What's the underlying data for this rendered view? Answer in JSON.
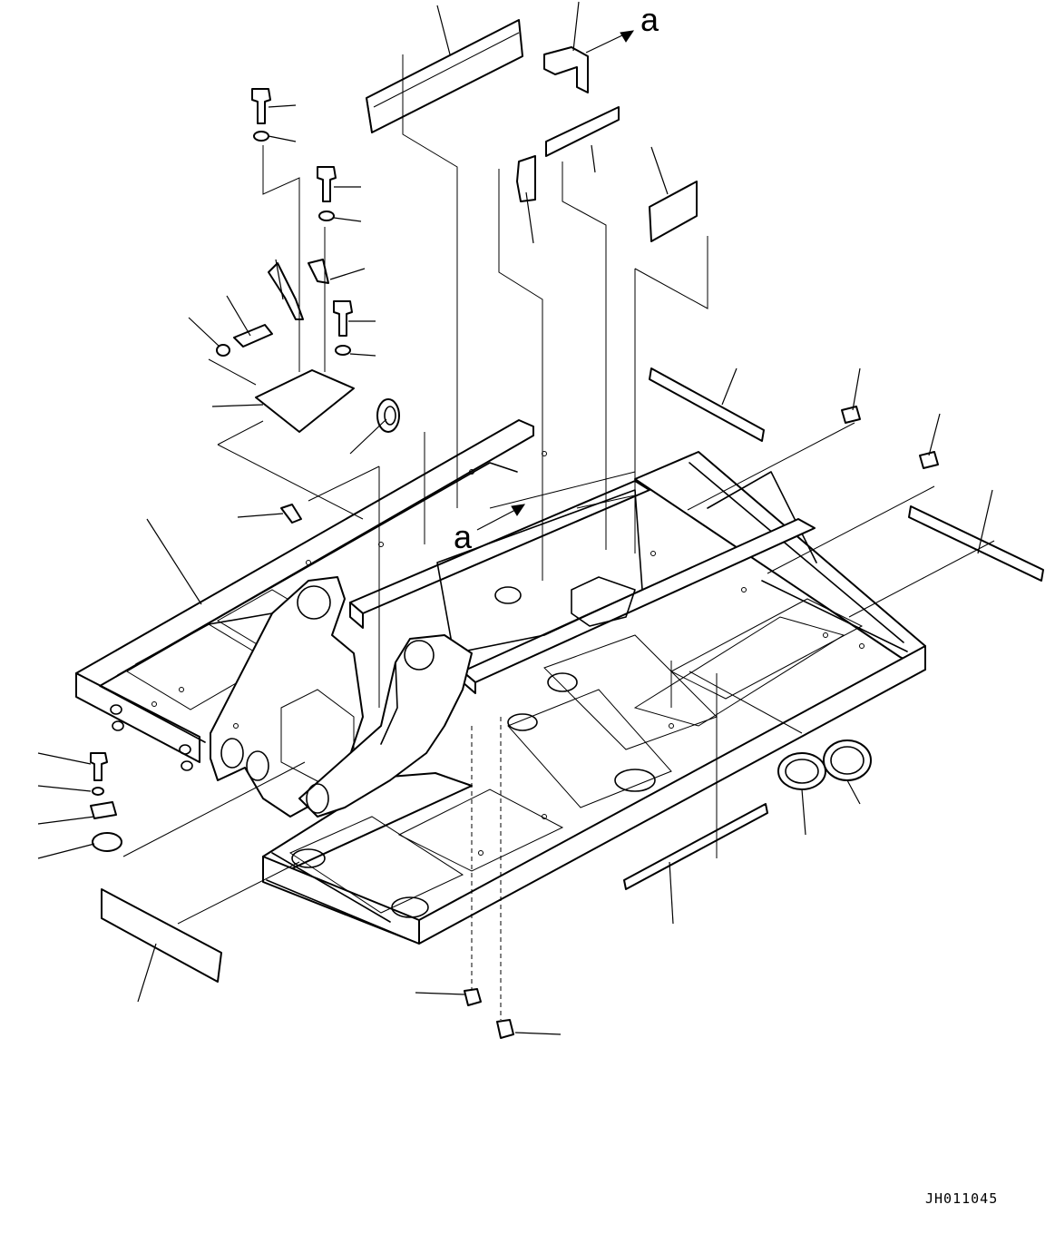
{
  "diagram": {
    "view_marker": "a",
    "arrow_marker": "a",
    "drawing_code": "JH011045"
  }
}
